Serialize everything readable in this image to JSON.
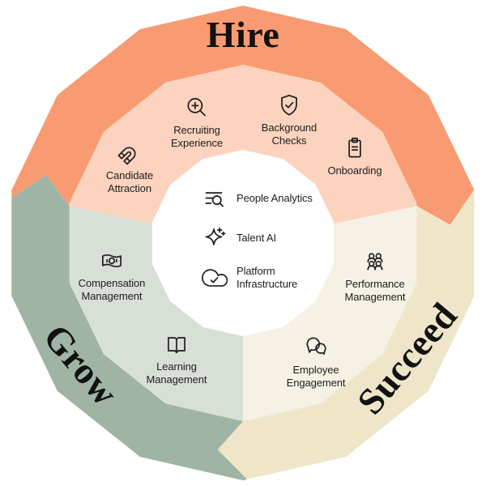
{
  "diagram": {
    "canvas_background": "#FFFFFF",
    "segments": [
      {
        "id": "hire",
        "label": "Hire",
        "outer_color": "#F89B72",
        "inner_color": "#FCD3BE",
        "items": [
          {
            "label": "Candidate Attraction",
            "icon": "magnet-icon"
          },
          {
            "label": "Recruiting Experience",
            "icon": "search-plus-icon"
          },
          {
            "label": "Background Checks",
            "icon": "shield-check-icon"
          },
          {
            "label": "Onboarding",
            "icon": "clipboard-icon"
          }
        ]
      },
      {
        "id": "succeed",
        "label": "Succeed",
        "outer_color": "#EFE6CA",
        "inner_color": "#F5F1E4",
        "items": [
          {
            "label": "Performance Management",
            "icon": "people-group-icon"
          },
          {
            "label": "Employee Engagement",
            "icon": "chat-bubbles-icon"
          }
        ]
      },
      {
        "id": "grow",
        "label": "Grow",
        "outer_color": "#9FB4A4",
        "inner_color": "#D8DFD6",
        "items": [
          {
            "label": "Compensation Management",
            "icon": "banknote-icon"
          },
          {
            "label": "Learning Management",
            "icon": "book-icon"
          }
        ]
      }
    ],
    "center": {
      "background": "#FFFFFF",
      "items": [
        {
          "label": "People Analytics",
          "icon": "list-search-icon"
        },
        {
          "label": "Talent AI",
          "icon": "sparkle-icon"
        },
        {
          "label": "Platform Infrastructure",
          "icon": "cloud-check-icon"
        }
      ]
    },
    "ink_color": "#1D1D1F"
  }
}
